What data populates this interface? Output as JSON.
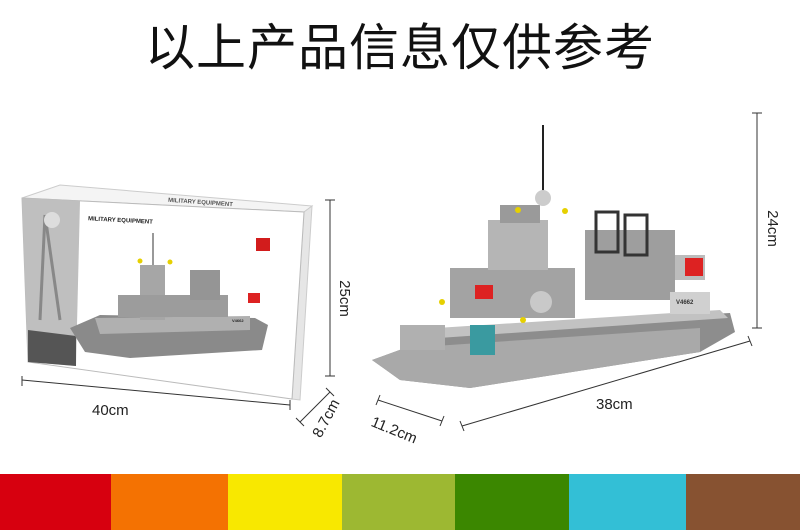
{
  "title": "以上产品信息仅供参考",
  "box": {
    "heading": "MILITARY EQUIPMENT",
    "side_heading": "MILITARY EQUIPMENT",
    "hull_code": "V4662"
  },
  "ship": {
    "hull_code": "V4662"
  },
  "dimensions": {
    "box_width": "40cm",
    "box_depth": "8.7cm",
    "box_height": "25cm",
    "model_length": "38cm",
    "model_width": "11.2cm",
    "model_height": "24cm"
  },
  "color_swatches": [
    "#d7000f",
    "#f47202",
    "#f8e800",
    "#9db832",
    "#3b8700",
    "#33bfd6",
    "#875231"
  ]
}
